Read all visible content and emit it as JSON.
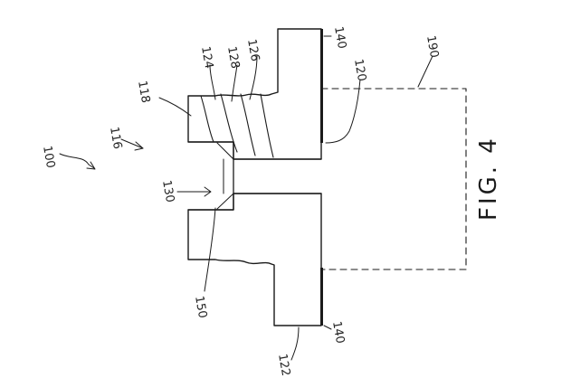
{
  "figure": {
    "labels": {
      "assembly": "100",
      "cavity": "116",
      "body": "118",
      "face": "120",
      "flange": "122",
      "thread_a": "124",
      "thread_b": "126",
      "thread_c": "128",
      "bore": "130",
      "pad": "140",
      "region": "190",
      "edge": "150"
    },
    "caption": "FIG. 4",
    "colors": {
      "ink": "#1a1a1a",
      "paper": "#ffffff"
    }
  }
}
